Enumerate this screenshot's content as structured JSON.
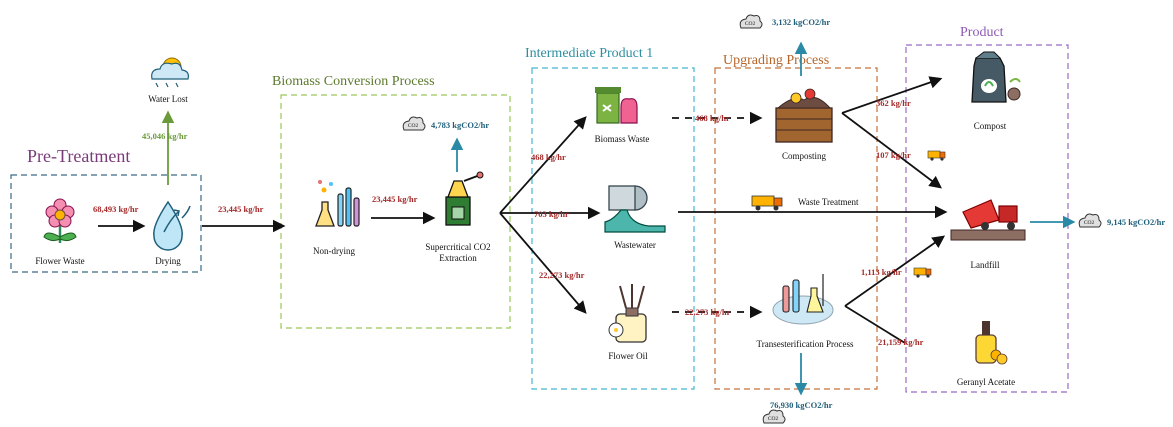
{
  "sections": {
    "pretreatment": {
      "title": "Pre-Treatment",
      "color": "#7a3b7a"
    },
    "biomass": {
      "title": "Biomass Conversion Process",
      "color": "#5c7a2e"
    },
    "intermediate": {
      "title": "Intermediate Product 1",
      "color": "#2e8ea0"
    },
    "upgrading": {
      "title": "Upgrading Process",
      "color": "#b5652a"
    },
    "product": {
      "title": "Product",
      "color": "#8e5ab5"
    }
  },
  "nodes": {
    "flower_waste": "Flower Waste",
    "drying": "Drying",
    "water_lost": "Water Lost",
    "non_drying": "Non-drying",
    "sc_line1": "Supercritical CO2",
    "sc_line2": "Extraction",
    "biomass_waste": "Biomass Waste",
    "wastewater": "Wastewater",
    "flower_oil": "Flower Oil",
    "composting": "Composting",
    "waste_treatment": "Waste Treatment",
    "transesterification": "Transesterification Process",
    "compost": "Compost",
    "landfill": "Landfill",
    "geranyl_acetate": "Geranyl Acetate"
  },
  "flows": {
    "f1": "68,493 kg/hr",
    "f2": "45,046 kg/hr",
    "f3": "23,445 kg/hr",
    "f4": "23,445 kg/hr",
    "f5": "468 kg/hr",
    "f6": "703 kg/hr",
    "f7": "22,273 kg/hr",
    "f8": "468 kg/hr",
    "f9": "22,273 kg/hr",
    "f10": "362 kg/hr",
    "f11": "107 kg/hr",
    "f12": "1,113 kg/hr",
    "f13": "21,159 kg/hr"
  },
  "emissions": {
    "e1": "4,783 kgCO2/hr",
    "e2": "3,132 kgCO2/hr",
    "e3": "76,930 kgCO2/hr",
    "e4": "9,145 kgCO2/hr",
    "cloud_label": "CO2"
  },
  "colors": {
    "flow_red": "#a52a2a",
    "flow_green": "#6b9a3a",
    "emission_teal": "#1f5f7a",
    "arrow_teal": "#2a8aa6"
  }
}
